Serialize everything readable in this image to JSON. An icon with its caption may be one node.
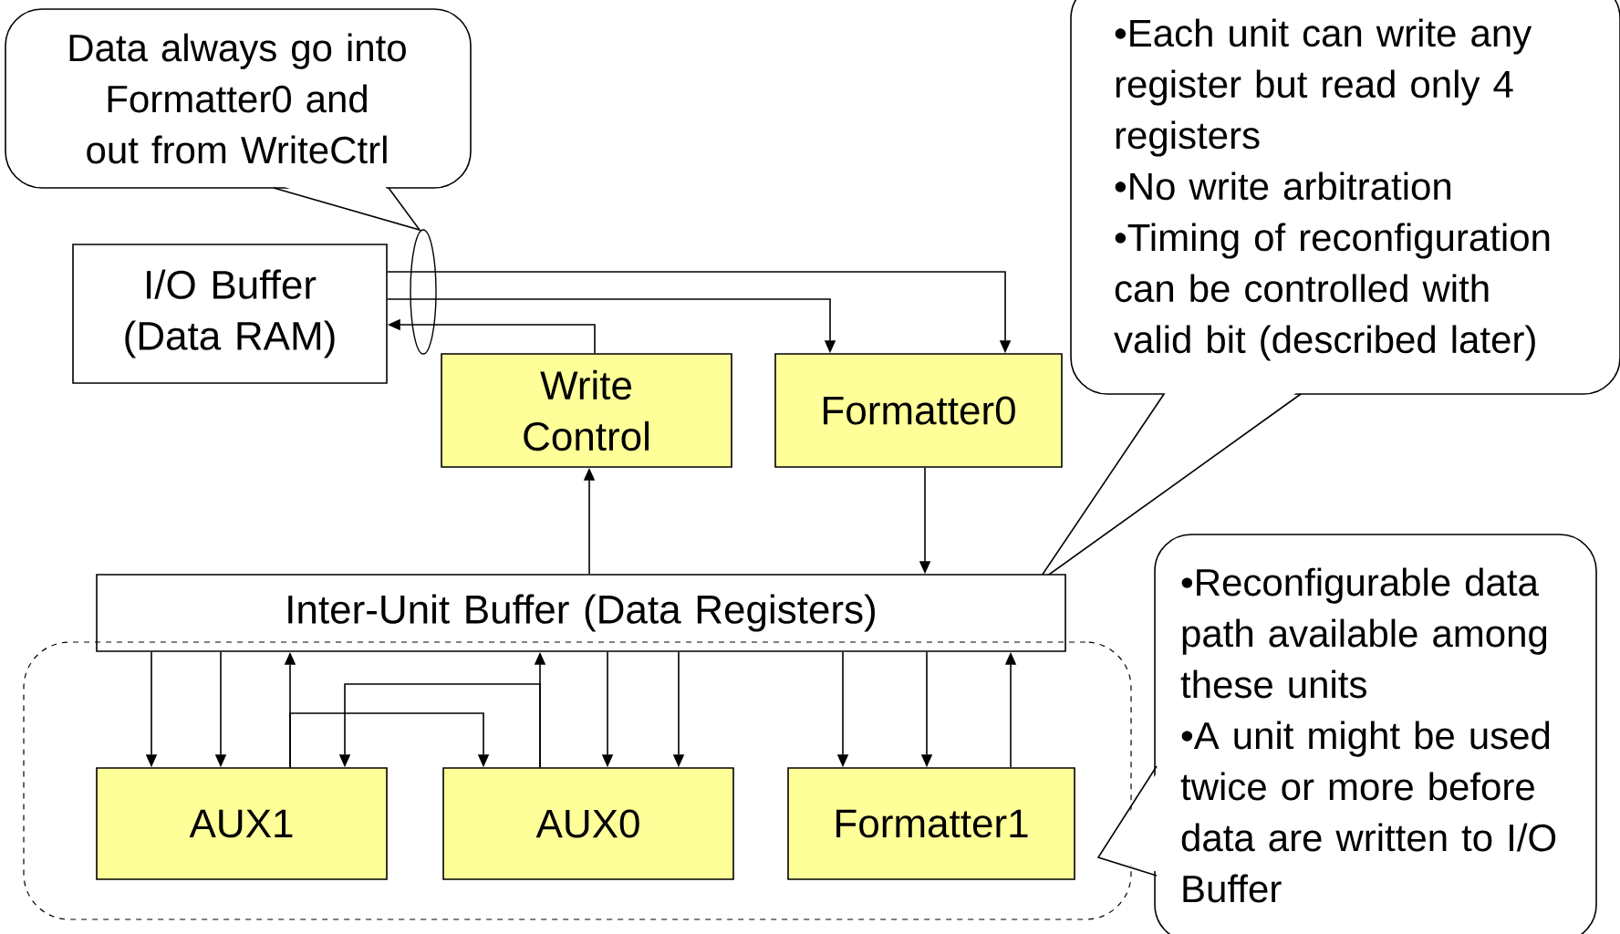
{
  "diagram": {
    "nodes": [
      {
        "text": [
          "Data always go into Formatter0 and out from WriteCtrl"
        ]
      },
      {
        "text": [
          "I/O Buffer (Data RAM)"
        ]
      },
      {
        "text": [
          "Write Control"
        ]
      },
      {
        "text": [
          "Formatter0"
        ]
      },
      {
        "text": [
          "•Each unit can write any register but read only 4 registers",
          "•No write arbitration",
          "•Timing of reconfiguration can be controlled with valid bit (described later)"
        ]
      },
      {
        "text": [
          "Inter-Unit Buffer (Data Registers)"
        ]
      },
      {
        "text": [],
        "shape": "box"
      },
      {
        "text": [
          "AUX1"
        ],
        "in": 6
      },
      {
        "text": [
          "AUX0"
        ],
        "in": 6
      },
      {
        "text": [
          "Formatter1"
        ],
        "in": 6
      },
      {
        "text": [
          "•Reconfigurable data path available among these units",
          "•A unit might be used twice or more before data are written to I/O Buffer"
        ]
      }
    ],
    "edges": [
      {
        "from": 1,
        "to": 3,
        "arrow": "to"
      },
      {
        "from": 1,
        "to": 3,
        "arrow": "to"
      },
      {
        "from": 2,
        "to": 1,
        "arrow": "to"
      },
      {
        "from": 5,
        "to": 2,
        "arrow": "to"
      },
      {
        "from": 3,
        "to": 5,
        "arrow": "to"
      },
      {
        "from": 5,
        "to": 7,
        "arrow": "to"
      },
      {
        "from": 5,
        "to": 7,
        "arrow": "to"
      },
      {
        "from": 7,
        "to": 5,
        "arrow": "to"
      },
      {
        "from": 7,
        "to": 8,
        "arrow": "to"
      },
      {
        "from": 8,
        "to": 5,
        "arrow": "to"
      },
      {
        "from": 8,
        "to": 7,
        "arrow": "to"
      },
      {
        "from": 5,
        "to": 8,
        "arrow": "to"
      },
      {
        "from": 5,
        "to": 8,
        "arrow": "to"
      },
      {
        "from": 5,
        "to": 9,
        "arrow": "to"
      },
      {
        "from": 5,
        "to": 9,
        "arrow": "to"
      },
      {
        "from": 9,
        "to": 5,
        "arrow": "to"
      }
    ]
  }
}
